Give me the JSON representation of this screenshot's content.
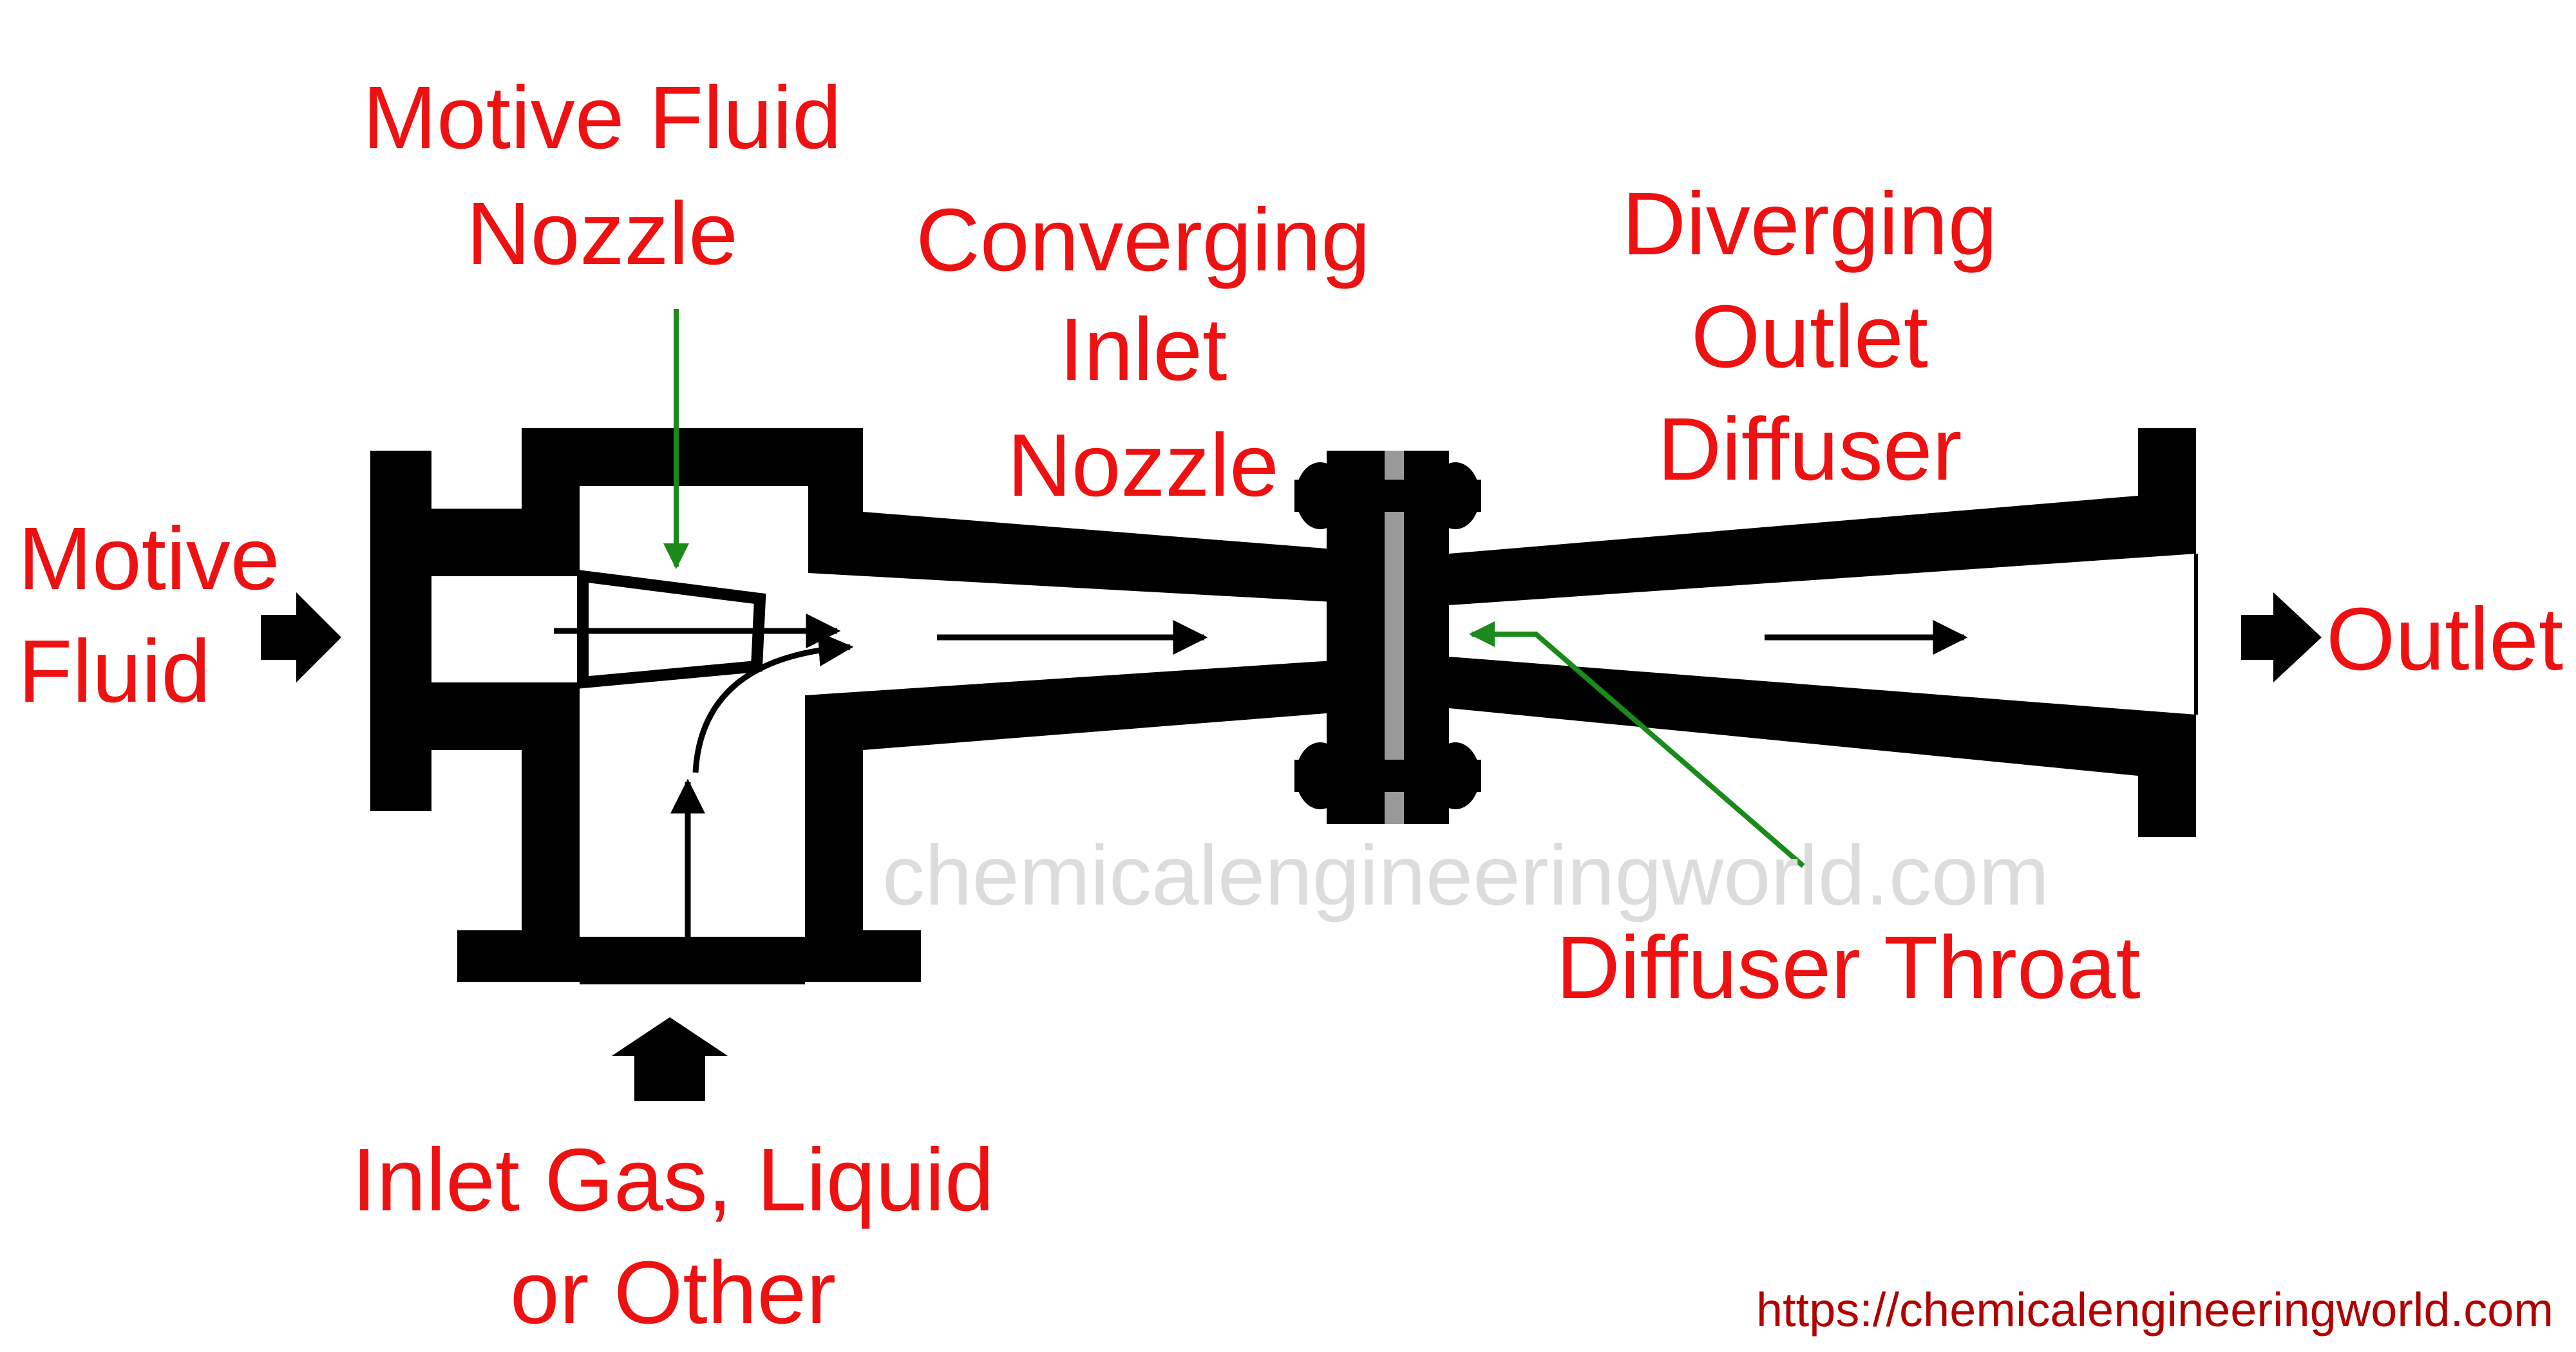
{
  "labels": {
    "motive_fluid_nozzle": [
      "Motive Fluid",
      "Nozzle"
    ],
    "converging_inlet_nozzle": [
      "Converging",
      "Inlet",
      "Nozzle"
    ],
    "diverging_outlet_diffuser": [
      "Diverging",
      "Outlet",
      "Diffuser"
    ],
    "motive_fluid": [
      "Motive",
      "Fluid"
    ],
    "outlet": "Outlet",
    "diffuser_throat": "Diffuser Throat",
    "inlet_gas": [
      "Inlet Gas, Liquid",
      "or Other"
    ]
  },
  "watermark": "chemicalengineeringworld.com",
  "source_url": "https://chemicalengineeringworld.com",
  "colors": {
    "label": "#ee1111",
    "leader_line": "#1a8a1a",
    "body": "#000000",
    "throat_gasket": "#999999",
    "watermark": "#dcdcdc"
  }
}
